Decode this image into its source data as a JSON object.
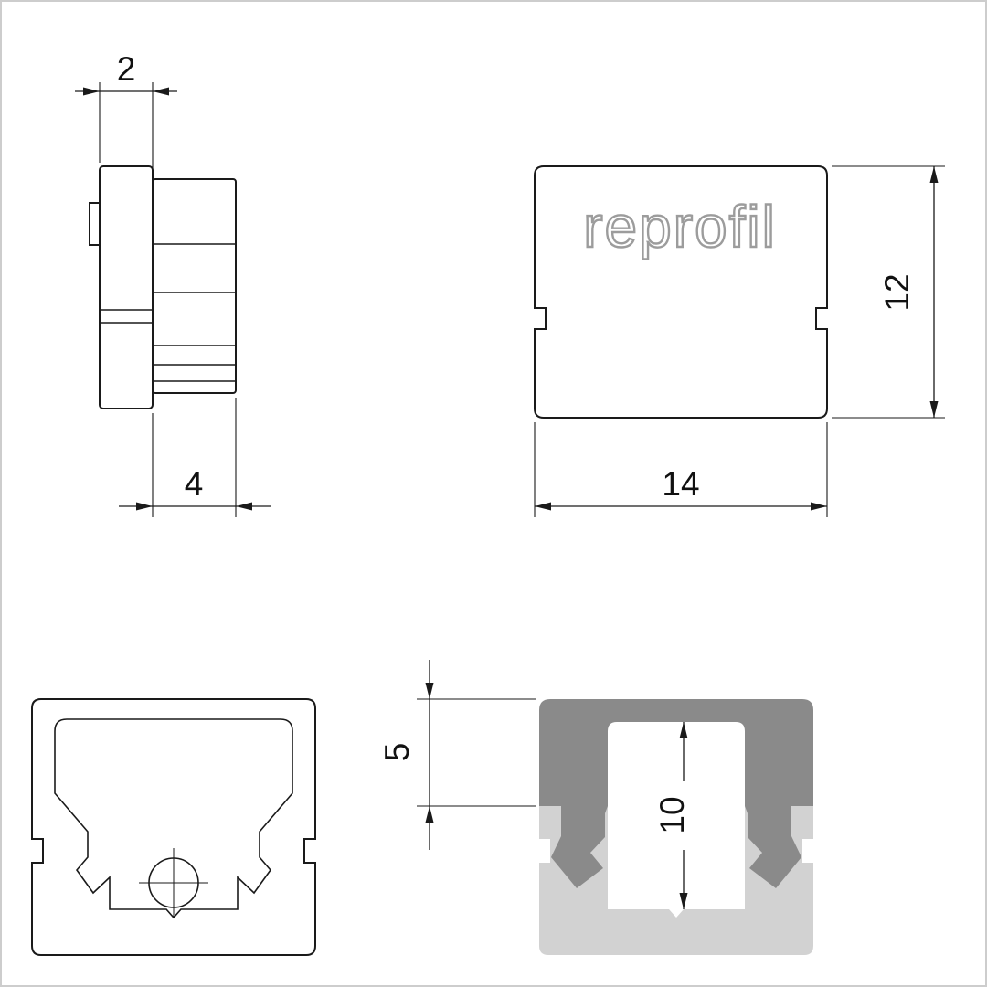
{
  "drawing": {
    "brand": "reprofil",
    "type": "technical-drawing-endcap",
    "dims": {
      "flange_thickness": "2",
      "cap_depth": "4",
      "cap_width": "14",
      "cap_height": "12",
      "cap_lip_height": "5",
      "channel_height": "10"
    },
    "colors": {
      "line": "#1a1a1a",
      "light_gray": "#d2d2d2",
      "dark_gray": "#8a8a8a",
      "logo_gray": "#9c9c9c",
      "background": "#ffffff",
      "border": "#cdcdcd"
    }
  }
}
